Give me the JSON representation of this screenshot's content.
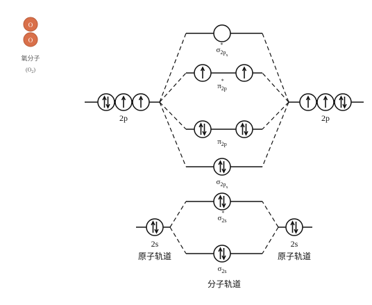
{
  "legend": {
    "atom_letter": "O",
    "caption": "氧分子",
    "formula_open": "(O",
    "formula_sub": "2",
    "formula_close": ")",
    "atom_color": "#d9704a"
  },
  "labels": {
    "left_2p": "2p",
    "right_2p": "2p",
    "left_2s": "2s",
    "right_2s": "2s",
    "left_atomic_orbital": "原子轨道",
    "right_atomic_orbital": "原子轨道",
    "molecular_orbital": "分子轨道"
  },
  "mo_labels": {
    "sigma_star_2px": {
      "base": "σ",
      "sub": "2p",
      "subsub": "x",
      "star": "*"
    },
    "pi_star_2p": {
      "base": "π",
      "sub": "2p",
      "star": "*"
    },
    "pi_2p": {
      "base": "π",
      "sub": "2p"
    },
    "sigma_2px": {
      "base": "σ",
      "sub": "2p",
      "subsub": "x"
    },
    "sigma_star_2s": {
      "base": "σ",
      "sub": "2s",
      "star": "*"
    },
    "sigma_2s": {
      "base": "σ",
      "sub": "2s"
    }
  },
  "occupancy": {
    "left_2p": [
      "paired",
      "up",
      "up"
    ],
    "right_2p": [
      "up",
      "up",
      "paired"
    ],
    "sigma_star_2px": [
      "empty"
    ],
    "pi_star_2p": [
      "up",
      "up"
    ],
    "pi_2p": [
      "paired",
      "paired"
    ],
    "sigma_2px": [
      "paired"
    ],
    "left_2s": [
      "paired"
    ],
    "right_2s": [
      "paired"
    ],
    "sigma_star_2s": [
      "paired"
    ],
    "sigma_2s": [
      "paired"
    ]
  }
}
